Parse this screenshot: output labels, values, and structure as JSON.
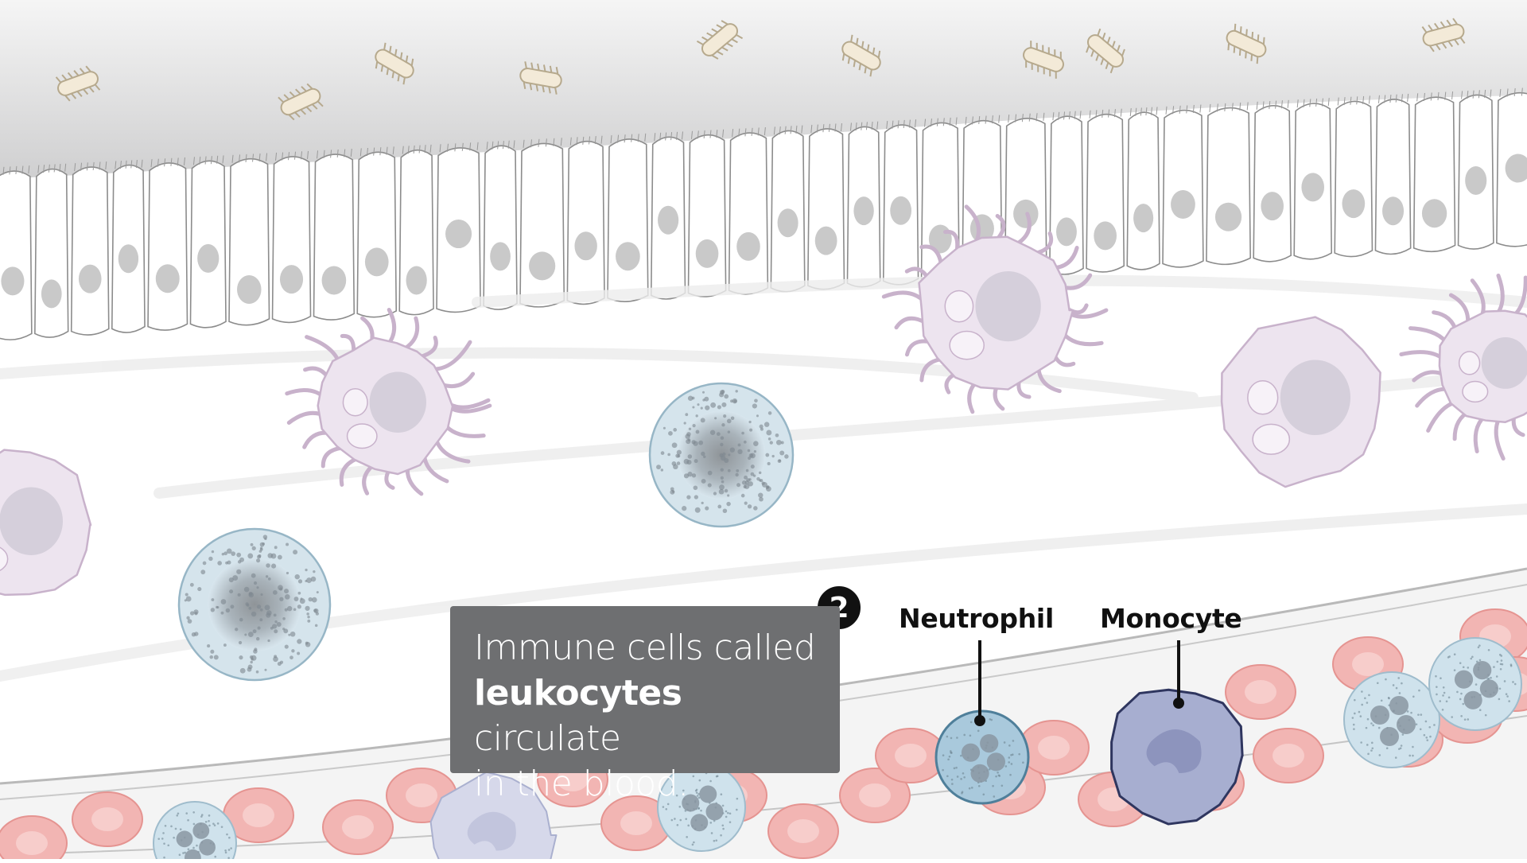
{
  "step": {
    "number": "2"
  },
  "caption": {
    "line1": "Immune cells called",
    "line2_bold": "leukocytes",
    "line2_rest": " circulate",
    "line3": "in the blood."
  },
  "labels": {
    "neutrophil": "Neutrophil",
    "monocyte": "Monocyte"
  },
  "colors": {
    "lumen": "#d9d9da",
    "epithelium_outline": "#8c8c8c",
    "nucleus": "#c9c9c9",
    "macrophage": "#ede4ef",
    "granulocyte": "#d5e4ec",
    "red_blood_cell": "#f2b5b3",
    "monocyte": "#a7aed0",
    "caption_box": "#6e6f71"
  }
}
